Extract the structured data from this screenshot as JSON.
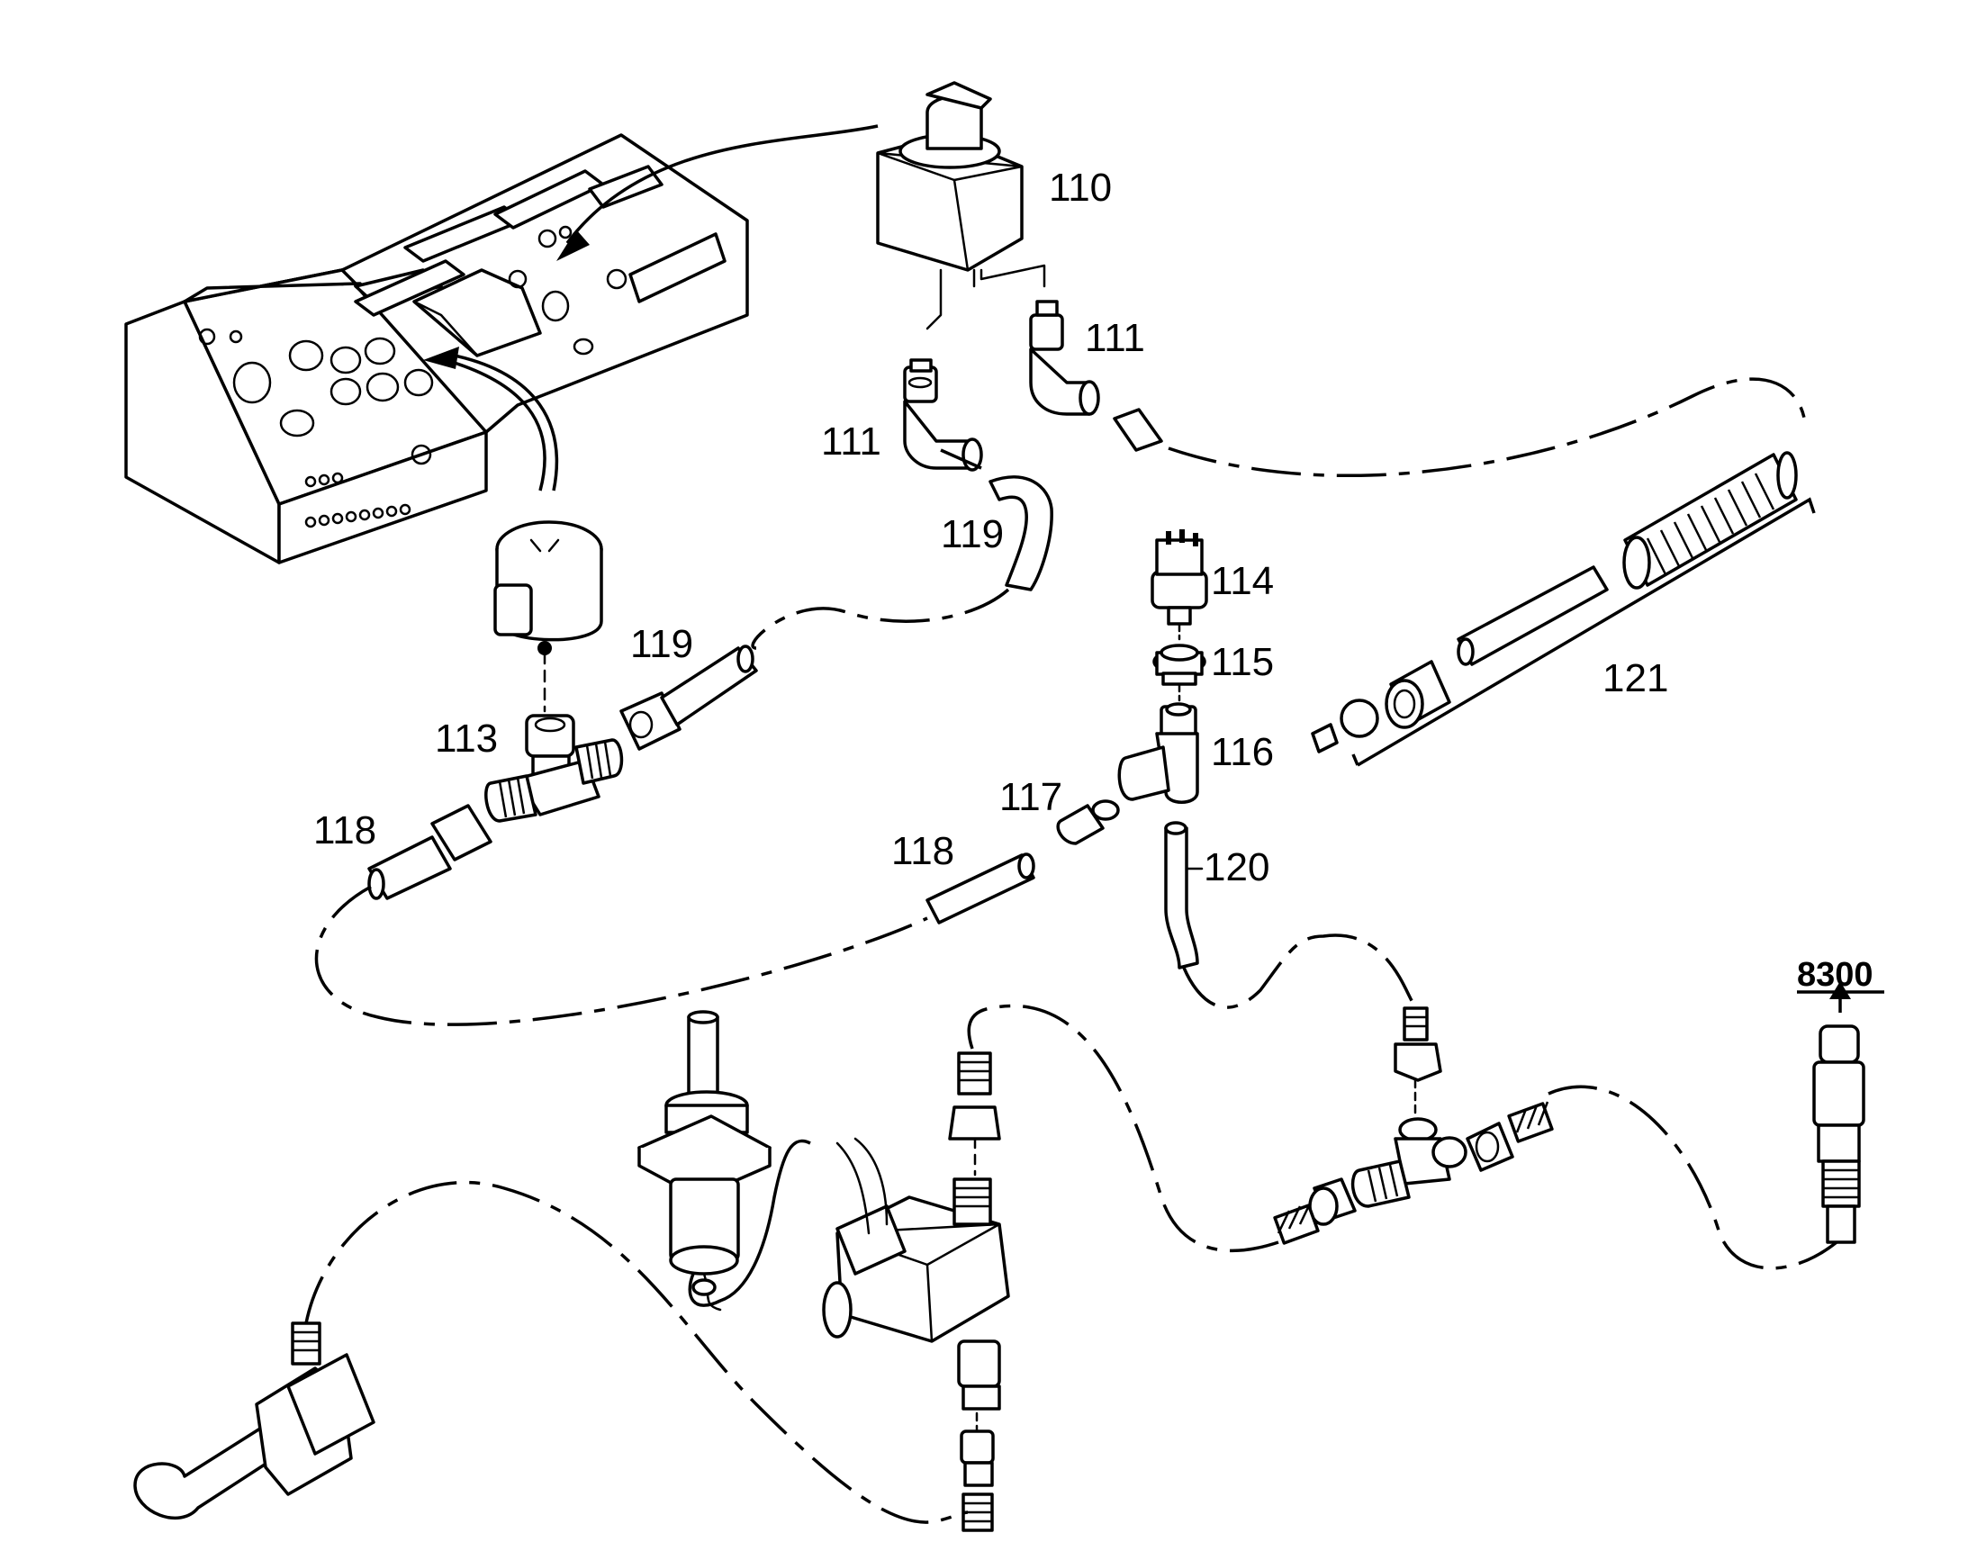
{
  "callouts": {
    "c110": "110",
    "c111a": "111",
    "c111b": "111",
    "c113": "113",
    "c114": "114",
    "c115": "115",
    "c116": "116",
    "c117": "117",
    "c118a": "118",
    "c118b": "118",
    "c119a": "119",
    "c119b": "119",
    "c120": "120",
    "c121": "121",
    "ref": "8300"
  },
  "icons": {
    "control_panel": "instrument-panel-icon",
    "selector_switch": "rotary-selector-switch-icon",
    "pressure_gauge": "pressure-gauge-icon",
    "gas_valve": "gas-valve-icon",
    "pilot_burner": "pilot-assembly-icon"
  }
}
